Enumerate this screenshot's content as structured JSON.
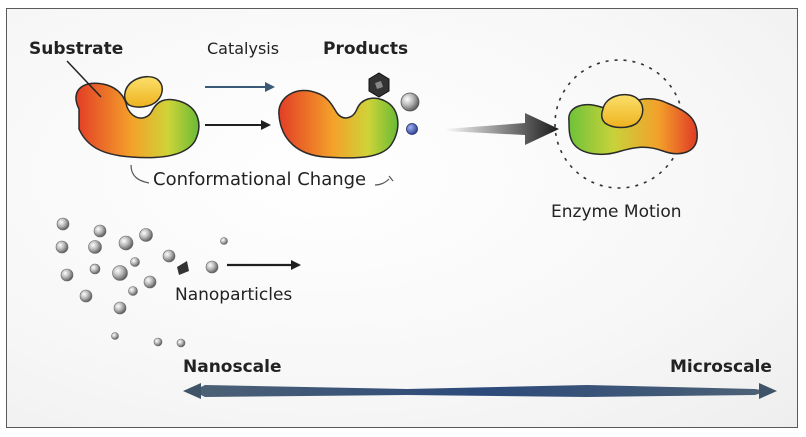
{
  "labels": {
    "substrate": "Substrate",
    "catalysis": "Catalysis",
    "products": "Products",
    "conformational_change": "Conformational Change",
    "enzyme_motion": "Enzyme Motion",
    "nanoparticles": "Nanoparticles",
    "nanoscale": "Nanoscale",
    "microscale": "Microscale"
  },
  "colors": {
    "enzyme_warm": "#e8452a",
    "enzyme_mid": "#f5b324",
    "enzyme_cool": "#6cbf3a",
    "substrate_yellow": "#f6c531",
    "arrow_dark": "#1f1f1f",
    "arrow_blue": "#3a5a78",
    "product_hexagon": "#3a3a3a",
    "product_sphere": "#a9a9a9",
    "product_small": "#4a5fb0"
  }
}
